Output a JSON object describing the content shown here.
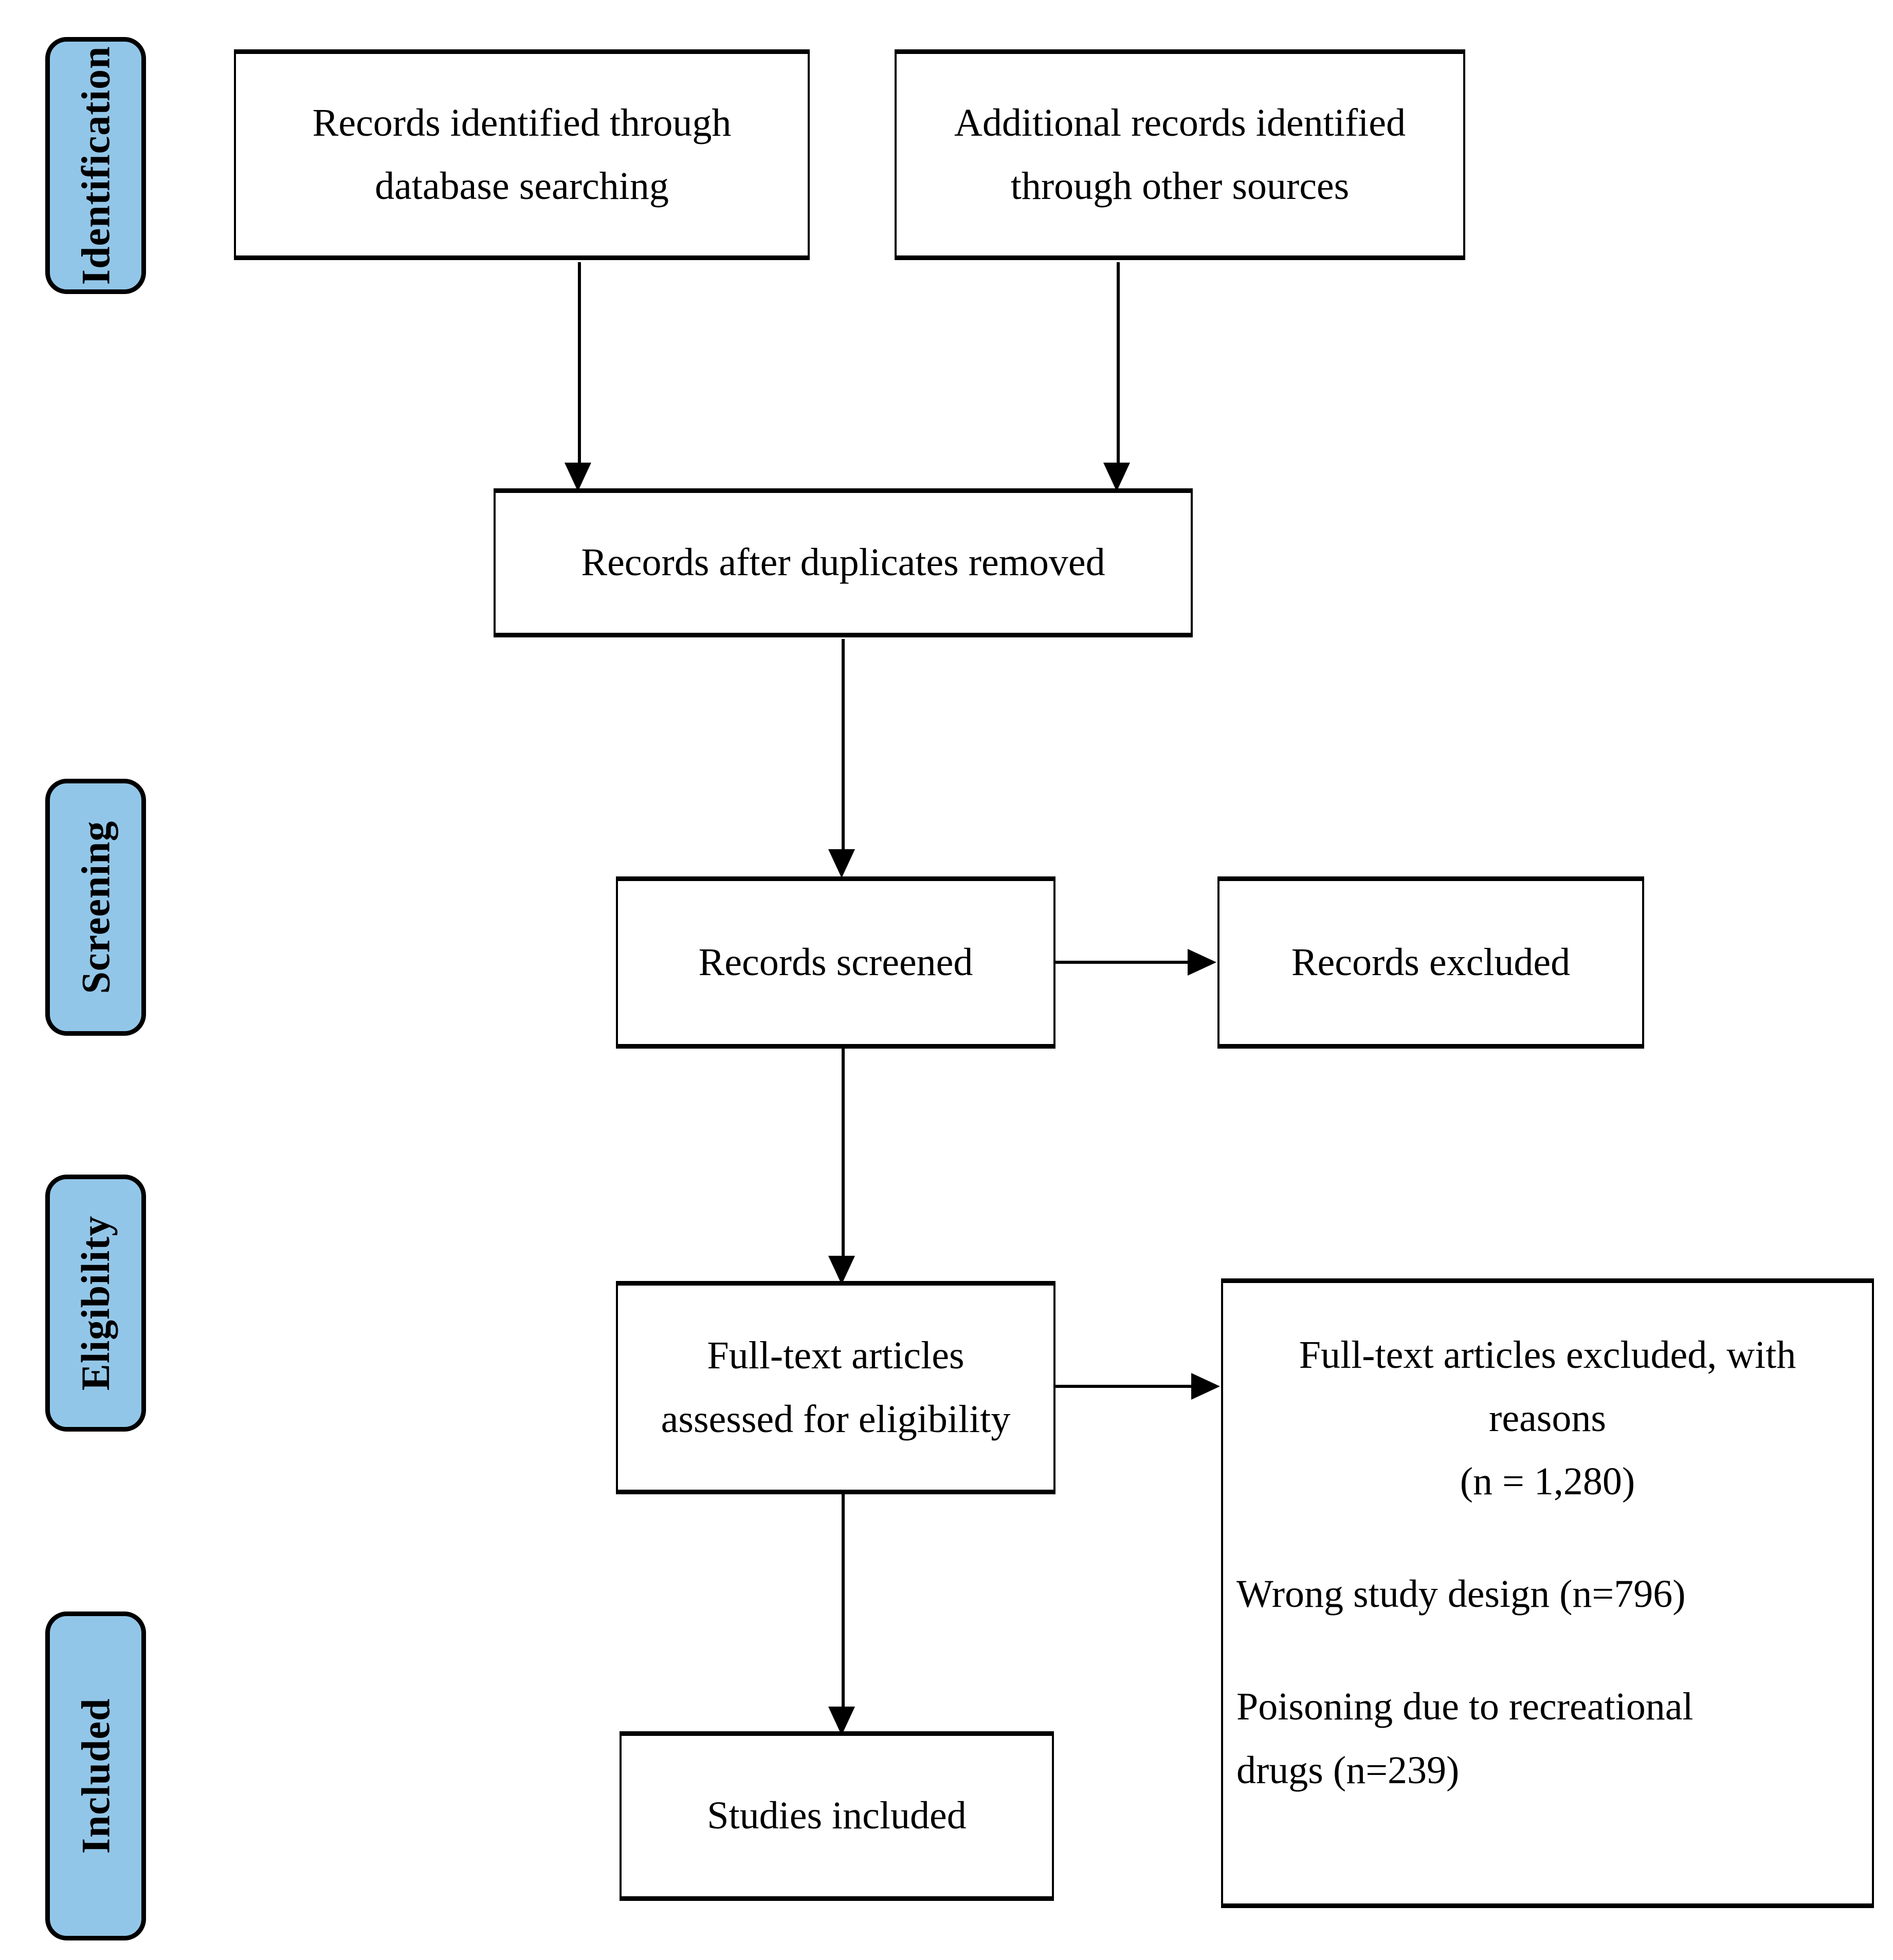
{
  "figure": {
    "type": "prisma-flow-diagram",
    "truncated_caption_above": "",
    "accent_color": "#92C6E8",
    "line_color": "#000000",
    "box_fill": "#FFFFFF"
  },
  "stages": [
    {
      "id": "identification",
      "label": "Identification"
    },
    {
      "id": "screening",
      "label": "Screening"
    },
    {
      "id": "eligibility",
      "label": "Eligibility"
    },
    {
      "id": "included",
      "label": "Included"
    }
  ],
  "boxes": {
    "records_database": {
      "lines": [
        "Records identified through",
        "database searching"
      ]
    },
    "records_other": {
      "lines": [
        "Additional records identified",
        "through other sources"
      ]
    },
    "duplicates_removed": {
      "lines": [
        "Records after duplicates removed"
      ]
    },
    "records_screened": {
      "lines": [
        "Records screened"
      ]
    },
    "records_excluded": {
      "lines": [
        "Records excluded"
      ]
    },
    "fulltext_assessed": {
      "lines": [
        "Full-text articles",
        "assessed for eligibility"
      ]
    },
    "studies_included": {
      "lines": [
        "Studies included"
      ]
    },
    "fulltext_excluded": {
      "heading_line_1": "Full-text articles excluded, with",
      "heading_line_2": "reasons",
      "total": "(n = 1,280)",
      "reasons": [
        {
          "line_1": "Wrong study design (n=796)",
          "line_2": ""
        },
        {
          "line_1": "Poisoning due to recreational",
          "line_2": "drugs (n=239)"
        }
      ]
    }
  }
}
